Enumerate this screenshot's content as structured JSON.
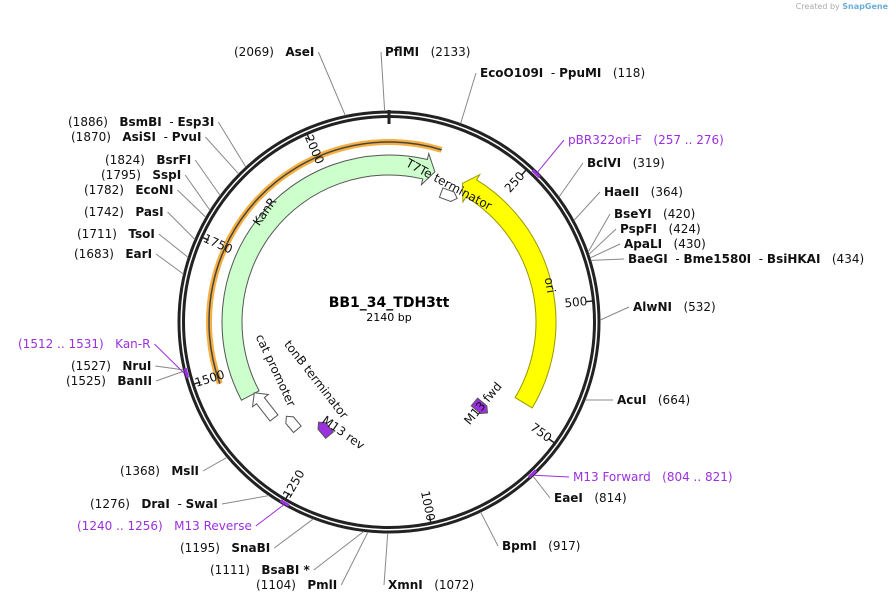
{
  "credit": {
    "prefix": "Created by",
    "brand": "SnapGene"
  },
  "plasmid": {
    "name": "BB1_34_TDH3tt",
    "length_label": "2140 bp",
    "length": 2140
  },
  "ticks": [
    "250",
    "500",
    "750",
    "1000",
    "1250",
    "1500",
    "1750",
    "2000"
  ],
  "features": [
    {
      "name": "KanR",
      "start": 1439,
      "end": 101,
      "direction": "cw",
      "color": "#ccffcc",
      "stroke": "#555555"
    },
    {
      "name": "ori",
      "start": 166,
      "end": 719,
      "direction": "ccw",
      "color": "#ffff00",
      "stroke": "#999900"
    },
    {
      "name": "T7Te terminator",
      "start": 150,
      "end": 170,
      "color": "#ffffff"
    },
    {
      "name": "tonB terminator",
      "start": 1330,
      "end": 1345,
      "color": "#ffffff"
    },
    {
      "name": "cat promoter",
      "start": 1380,
      "end": 1420,
      "color": "#ffffff"
    },
    {
      "name": "M13 rev",
      "start": 1255,
      "end": 1275,
      "color": "#9b30e0"
    },
    {
      "name": "M13 fwd",
      "start": 790,
      "end": 805,
      "color": "#9b30e0"
    }
  ],
  "orange_arc": {
    "start": 1486,
    "end": 101,
    "color": "#f5b041"
  },
  "sites": [
    {
      "name": "AseI",
      "pos": "(2069)",
      "bp": 2069
    },
    {
      "name": "PflMI",
      "pos": "(2133)",
      "bp": 2133
    },
    {
      "name": "EcoO109I",
      "name2": "PpuMI",
      "pos": "(118)",
      "bp": 118
    },
    {
      "name": "BclVI",
      "pos": "(319)",
      "bp": 319
    },
    {
      "name": "HaeII",
      "pos": "(364)",
      "bp": 364
    },
    {
      "name": "BseYI",
      "pos": "(420)",
      "bp": 420
    },
    {
      "name": "PspFI",
      "pos": "(424)",
      "bp": 424
    },
    {
      "name": "ApaLI",
      "pos": "(430)",
      "bp": 430
    },
    {
      "name": "BaeGI",
      "name2": "Bme1580I",
      "name3": "BsiHKAI",
      "pos": "(434)",
      "bp": 434
    },
    {
      "name": "AlwNI",
      "pos": "(532)",
      "bp": 532
    },
    {
      "name": "AcuI",
      "pos": "(664)",
      "bp": 664
    },
    {
      "name": "EaeI",
      "pos": "(814)",
      "bp": 814
    },
    {
      "name": "BpmI",
      "pos": "(917)",
      "bp": 917
    },
    {
      "name": "XmnI",
      "pos": "(1072)",
      "bp": 1072
    },
    {
      "name": "PmlI",
      "pos": "(1104)",
      "bp": 1104
    },
    {
      "name": "BsaBI *",
      "pos": "(1111)",
      "bp": 1111
    },
    {
      "name": "SnaBI",
      "pos": "(1195)",
      "bp": 1195
    },
    {
      "name": "DraI",
      "name2": "SwaI",
      "pos": "(1276)",
      "bp": 1276
    },
    {
      "name": "MslI",
      "pos": "(1368)",
      "bp": 1368
    },
    {
      "name": "BanII",
      "pos": "(1525)",
      "bp": 1525
    },
    {
      "name": "NruI",
      "pos": "(1527)",
      "bp": 1527
    },
    {
      "name": "EarI",
      "pos": "(1683)",
      "bp": 1683
    },
    {
      "name": "TsoI",
      "pos": "(1711)",
      "bp": 1711
    },
    {
      "name": "PasI",
      "pos": "(1742)",
      "bp": 1742
    },
    {
      "name": "EcoNI",
      "pos": "(1782)",
      "bp": 1782
    },
    {
      "name": "SspI",
      "pos": "(1795)",
      "bp": 1795
    },
    {
      "name": "BsrFI",
      "pos": "(1824)",
      "bp": 1824
    },
    {
      "name": "AsiSI",
      "name2": "PvuI",
      "pos": "(1870)",
      "bp": 1870
    },
    {
      "name": "BsmBI",
      "name2": "Esp3I",
      "pos": "(1886)",
      "bp": 1886
    }
  ],
  "primers": [
    {
      "name": "pBR322ori-F",
      "pos": "(257 .. 276)",
      "bp": 266
    },
    {
      "name": "M13 Forward",
      "pos": "(804 .. 821)",
      "bp": 812
    },
    {
      "name": "M13 Reverse",
      "pos": "(1240 .. 1256)",
      "bp": 1248
    },
    {
      "name": "Kan-R",
      "pos": "(1512 .. 1531)",
      "bp": 1521
    }
  ],
  "colors": {
    "primer": "#9b30e0",
    "backbone": "#222222"
  }
}
